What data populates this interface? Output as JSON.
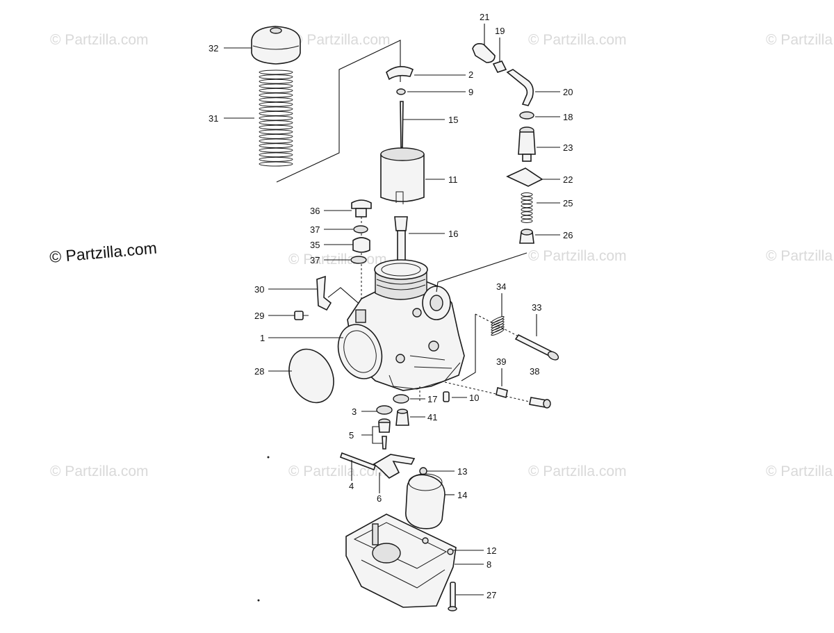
{
  "watermark_text": "© Partzilla.com",
  "main_watermark_text": "© Partzilla.com",
  "labels": {
    "p1": "1",
    "p2": "2",
    "p3": "3",
    "p4": "4",
    "p5": "5",
    "p6": "6",
    "p8": "8",
    "p9": "9",
    "p10": "10",
    "p11": "11",
    "p12": "12",
    "p13": "13",
    "p14": "14",
    "p15": "15",
    "p16": "16",
    "p17": "17",
    "p18": "18",
    "p19": "19",
    "p20": "20",
    "p21": "21",
    "p22": "22",
    "p23": "23",
    "p25": "25",
    "p26": "26",
    "p27": "27",
    "p28": "28",
    "p29": "29",
    "p30": "30",
    "p31": "31",
    "p32": "32",
    "p33": "33",
    "p34": "34",
    "p35": "35",
    "p36": "36",
    "p37a": "37",
    "p37b": "37",
    "p38": "38",
    "p39": "39",
    "p41": "41"
  },
  "colors": {
    "ink": "#111111",
    "watermark": "#d9d9d9"
  }
}
